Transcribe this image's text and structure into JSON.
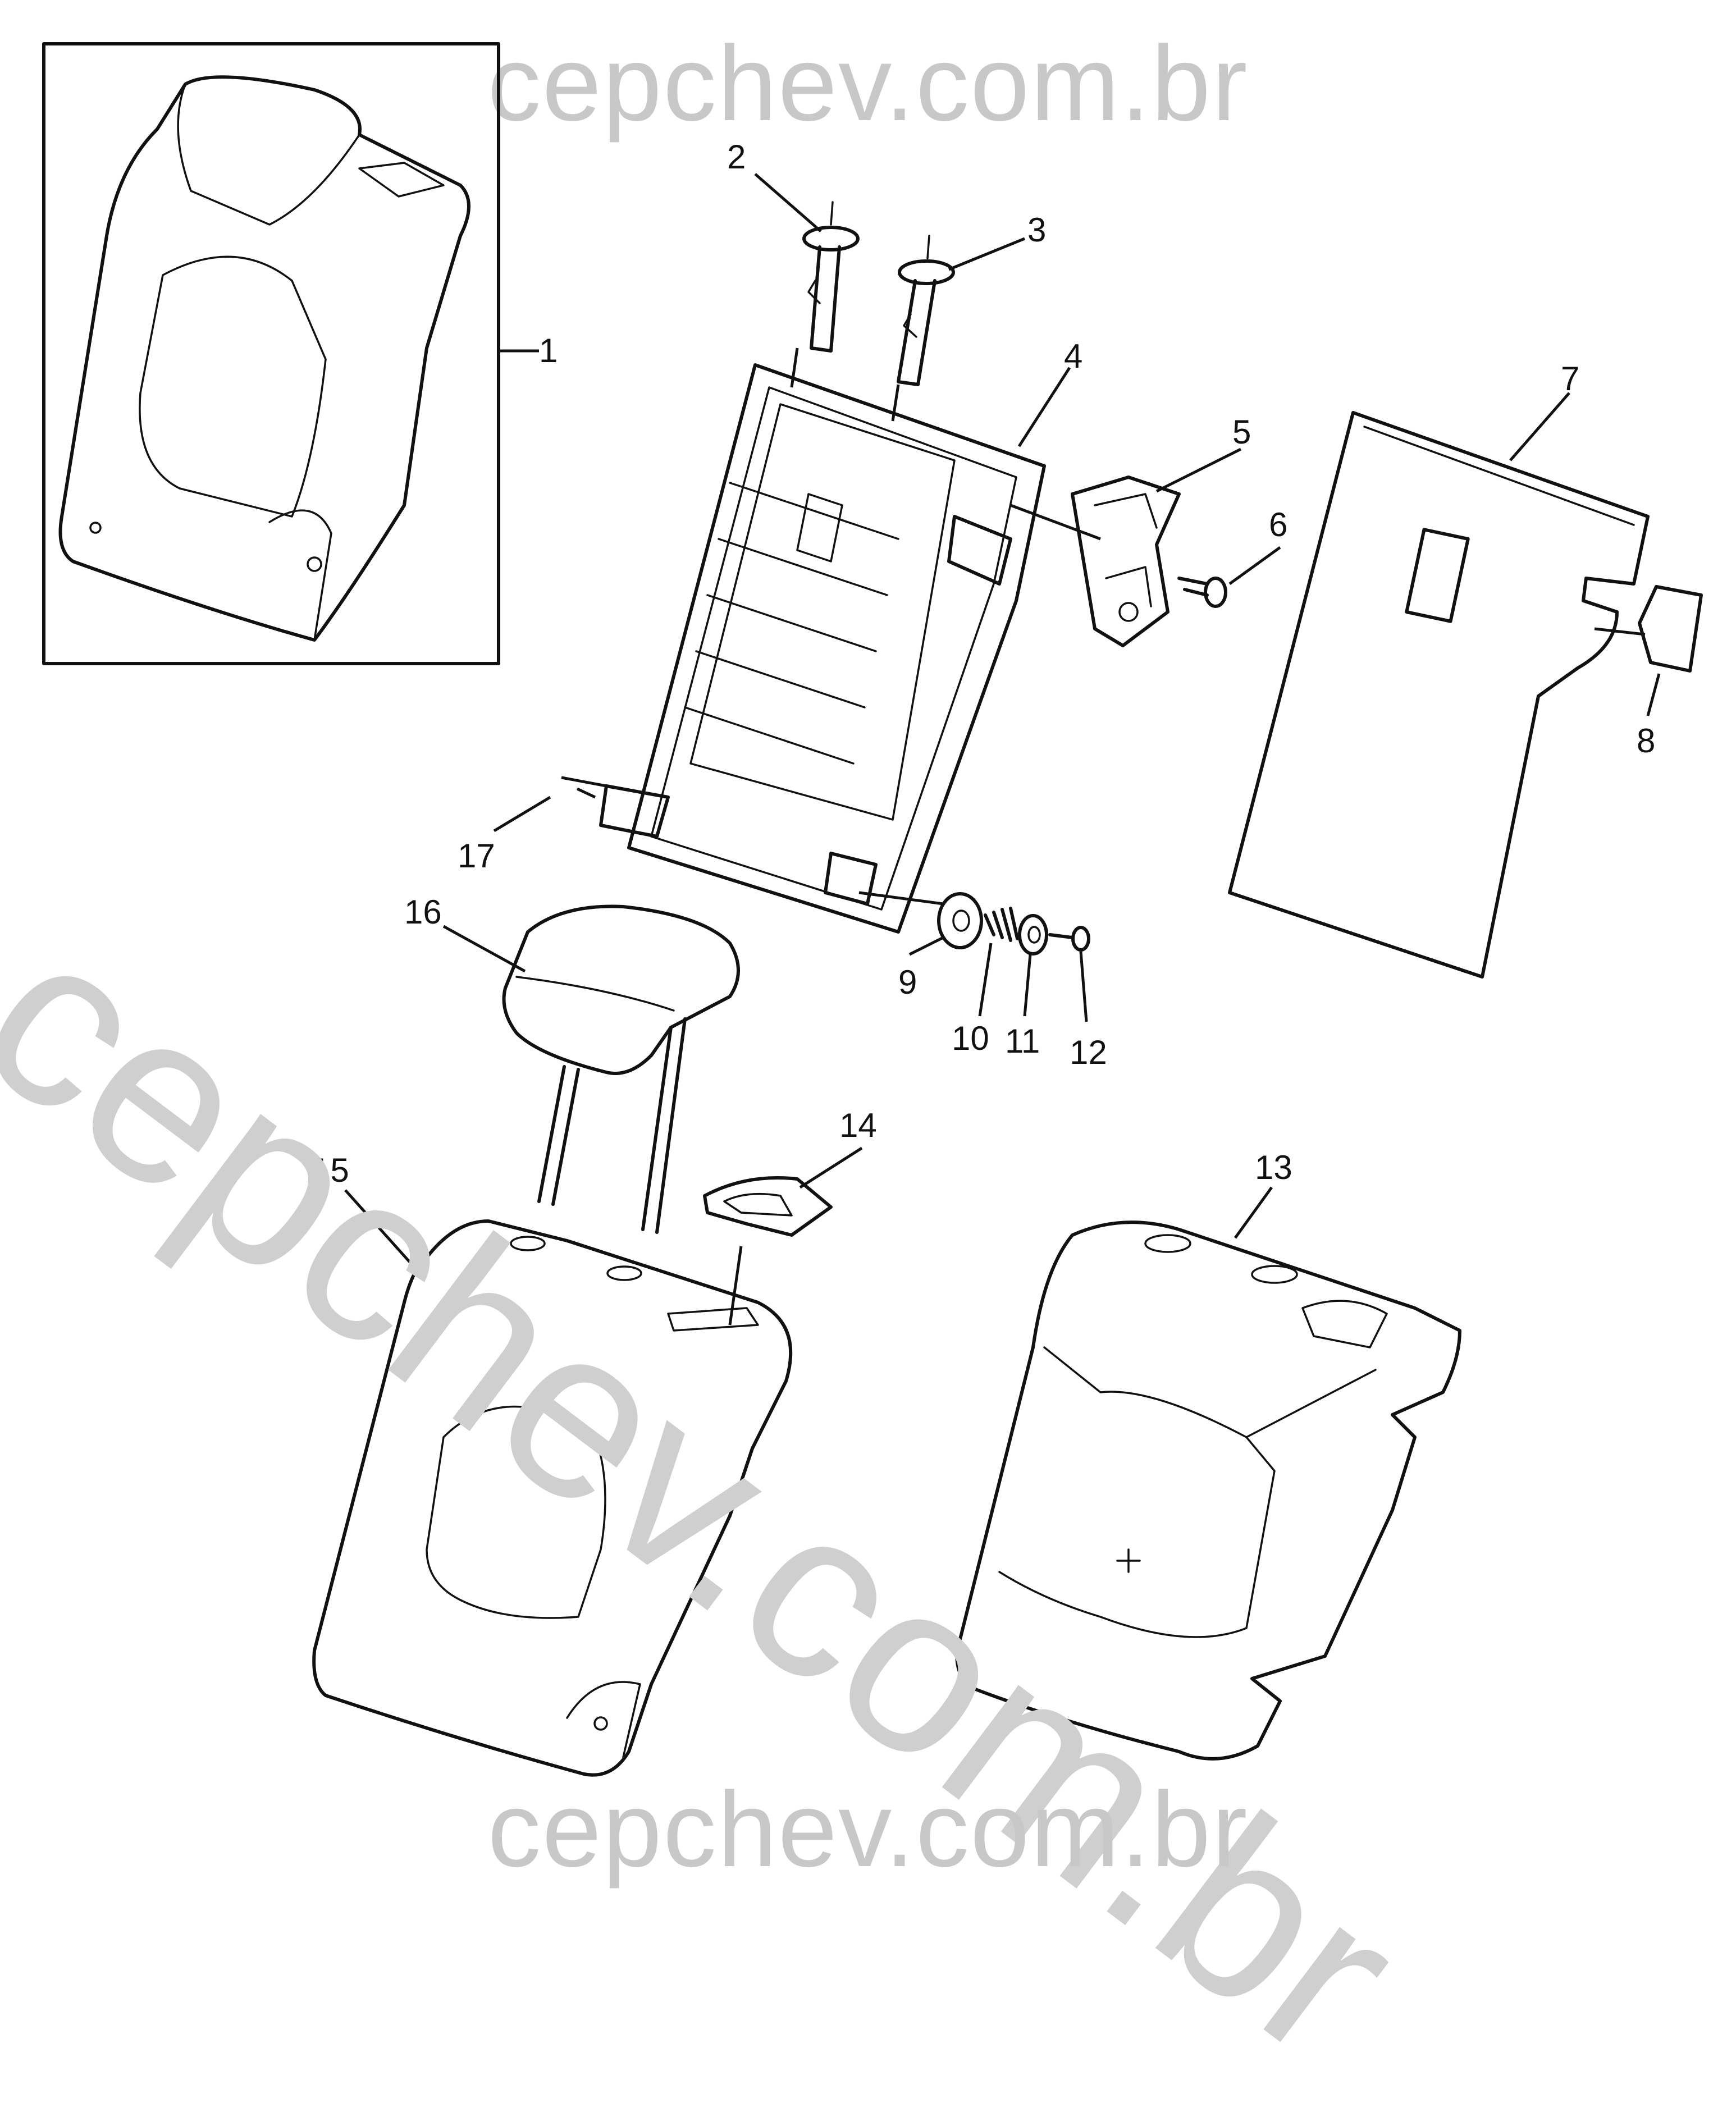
{
  "watermark": {
    "top": "cepchev.com.br",
    "bottom": "cepchev.com.br",
    "diagonal": "cepchev.com.br"
  },
  "callouts": [
    "1",
    "2",
    "3",
    "4",
    "5",
    "6",
    "7",
    "8",
    "9",
    "10",
    "11",
    "12",
    "13",
    "14",
    "15",
    "16",
    "17"
  ]
}
